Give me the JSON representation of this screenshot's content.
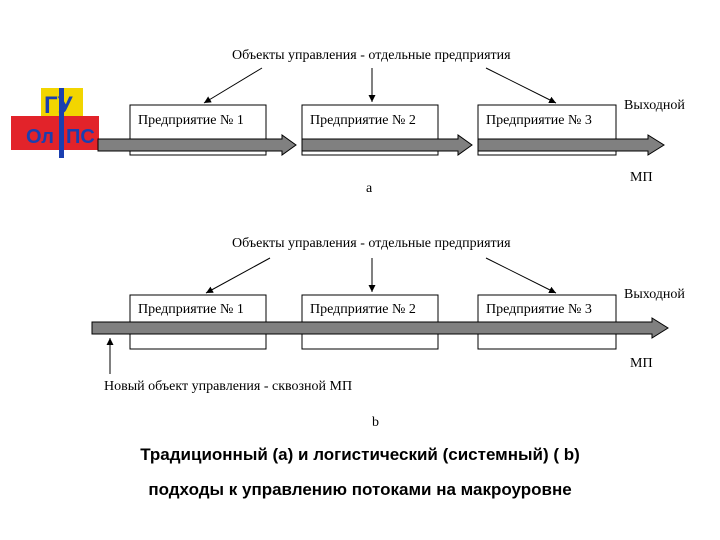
{
  "logo": {
    "text_top": "ГУ",
    "text_left": "Ол",
    "text_right": "ПС",
    "colors": {
      "yellow": "#f2d500",
      "blue": "#1a3fb0",
      "red": "#e2232a"
    }
  },
  "panel_a": {
    "objects_label": "Объекты управления - отдельные предприятия",
    "enterprises": [
      "Предприятие № 1",
      "Предприятие № 2",
      "Предприятие № 3"
    ],
    "output_label": "Выходной",
    "flow_label": "МП",
    "letter": "a"
  },
  "panel_b": {
    "objects_label": "Объекты управления - отдельные предприятия",
    "enterprises": [
      "Предприятие № 1",
      "Предприятие № 2",
      "Предприятие № 3"
    ],
    "output_label": "Выходной",
    "flow_label": "МП",
    "new_object_label": "Новый объект управления - сквозной МП",
    "letter": "b"
  },
  "caption": {
    "line1": "Традиционный (а) и логистический  (системный) ( b)",
    "line2": "подходы к управлению потоками на макроуровне"
  },
  "colors": {
    "arrow_fill": "#808080",
    "arrow_stroke": "#000000"
  }
}
